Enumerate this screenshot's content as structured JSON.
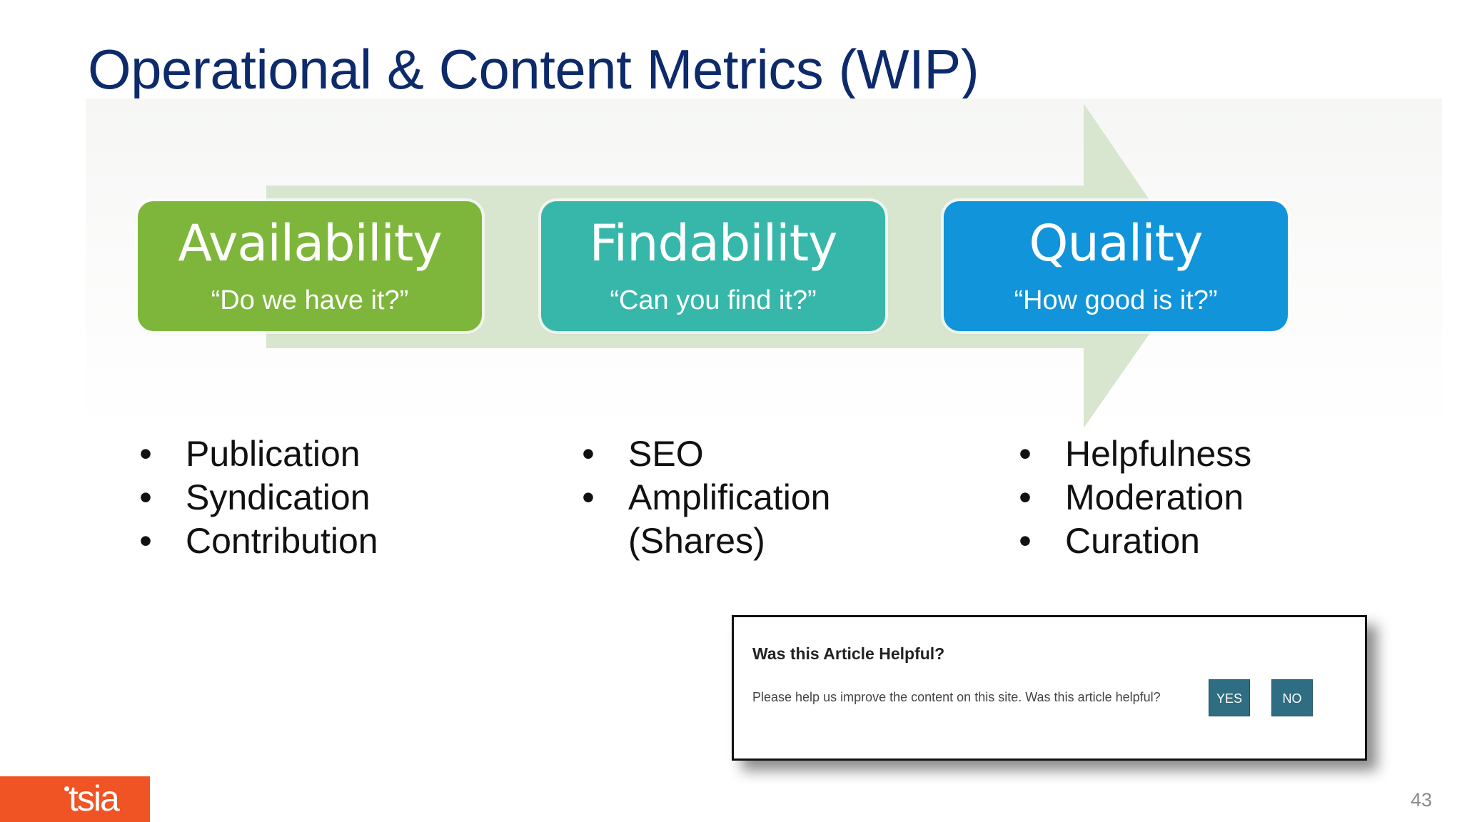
{
  "slide": {
    "title": "Operational & Content Metrics (WIP)",
    "page_number": "43"
  },
  "stages": [
    {
      "title": "Availability",
      "subtitle": "“Do we have it?”",
      "color": "#7db63a"
    },
    {
      "title": "Findability",
      "subtitle": "“Can you find it?”",
      "color": "#37b7aa"
    },
    {
      "title": "Quality",
      "subtitle": "“How good is it?”",
      "color": "#1194da"
    }
  ],
  "bullet_lists": [
    {
      "items": [
        "Publication",
        "Syndication",
        "Contribution"
      ]
    },
    {
      "items": [
        "SEO",
        "Amplification (Shares)"
      ]
    },
    {
      "items": [
        "Helpfulness",
        "Moderation",
        "Curation"
      ]
    }
  ],
  "bullet_symbol": "•",
  "feedback_widget": {
    "title": "Was this Article Helpful?",
    "prompt": "Please help us improve the content on this site. Was this article helpful?",
    "yes_label": "YES",
    "no_label": "NO",
    "button_color": "#2e6d82"
  },
  "logo": {
    "text": "tsia",
    "color": "#f05324"
  },
  "arrow_color": "#d9e6cf"
}
